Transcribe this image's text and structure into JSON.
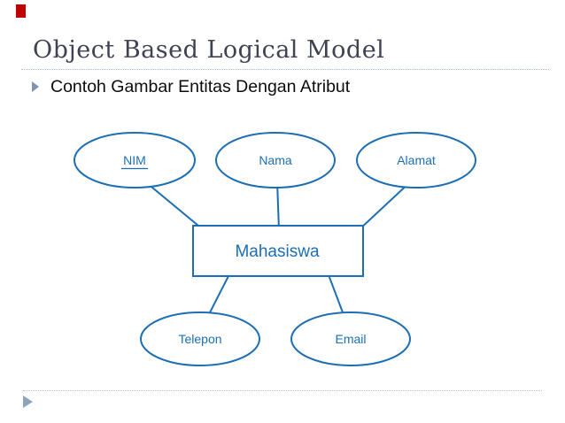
{
  "header": {
    "title": "Object Based Logical Model",
    "bullet_text": "Contoh Gambar Entitas Dengan Atribut"
  },
  "diagram": {
    "type": "entity-relationship",
    "entity": {
      "label": "Mahasiswa",
      "shape": "rectangle"
    },
    "attributes": [
      {
        "label": "NIM",
        "shape": "ellipse",
        "primary_key": true,
        "position": "top-left"
      },
      {
        "label": "Nama",
        "shape": "ellipse",
        "primary_key": false,
        "position": "top-center"
      },
      {
        "label": "Alamat",
        "shape": "ellipse",
        "primary_key": false,
        "position": "top-right"
      },
      {
        "label": "Telepon",
        "shape": "ellipse",
        "primary_key": false,
        "position": "bottom-left"
      },
      {
        "label": "Email",
        "shape": "ellipse",
        "primary_key": false,
        "position": "bottom-right"
      }
    ],
    "edges": [
      "NIM-Mahasiswa",
      "Nama-Mahasiswa",
      "Alamat-Mahasiswa",
      "Telepon-Mahasiswa",
      "Email-Mahasiswa"
    ]
  },
  "icons": {
    "bullet_marker": "right-triangle",
    "footer_marker": "right-triangle"
  },
  "colors": {
    "diagram_blue": "#1c6eb4",
    "title_text": "#3e4253",
    "bullet_text": "#0c0c0c",
    "accent_red_tab": "#c00000",
    "bullet_marker": "#7e93b4",
    "footer_marker": "#8da4bd",
    "title_rule_dotted": "#a9bfd4",
    "footer_rule_dotted": "#b8bfc6",
    "background": "#ffffff"
  }
}
